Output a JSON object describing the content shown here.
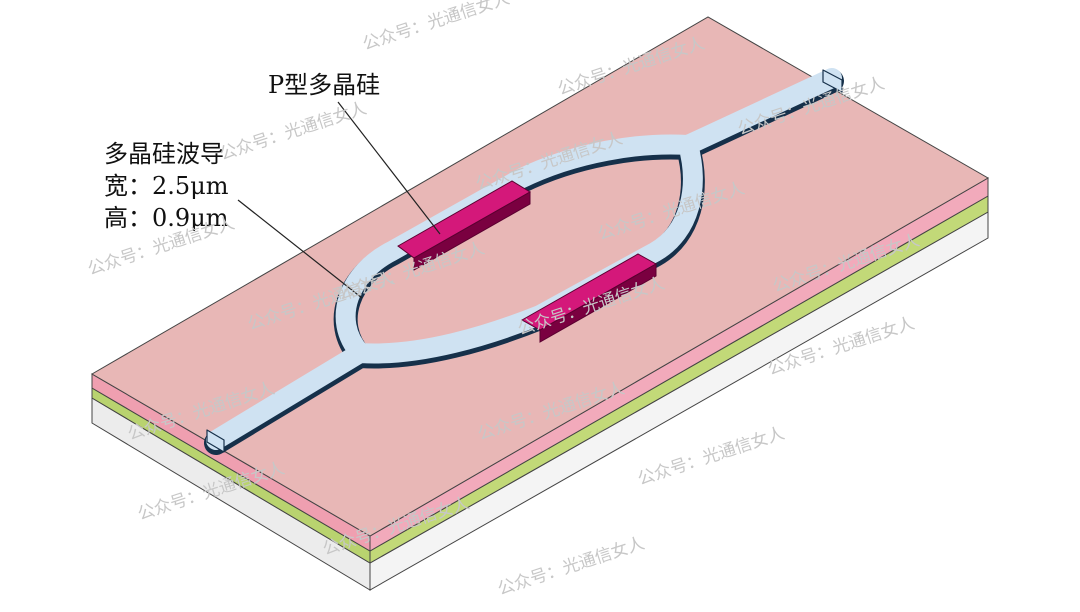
{
  "labels": {
    "p_poly": "P型多晶硅",
    "waveguide_title": "多晶硅波导",
    "width_line": "宽：2.5μm",
    "height_line": "高：0.9μm"
  },
  "watermark": "公众号：光通信女人",
  "colors": {
    "top_surface": "#e8b7b6",
    "pink_layer": "#ef9fb0",
    "green_layer": "#b9d36f",
    "base_layer": "#ececec",
    "waveguide": "#cfe2f2",
    "waveguide_edge": "#16304a",
    "p_doped": "#c8006a",
    "p_doped_side": "#7a0040",
    "watermark": "#c7c7c7"
  }
}
